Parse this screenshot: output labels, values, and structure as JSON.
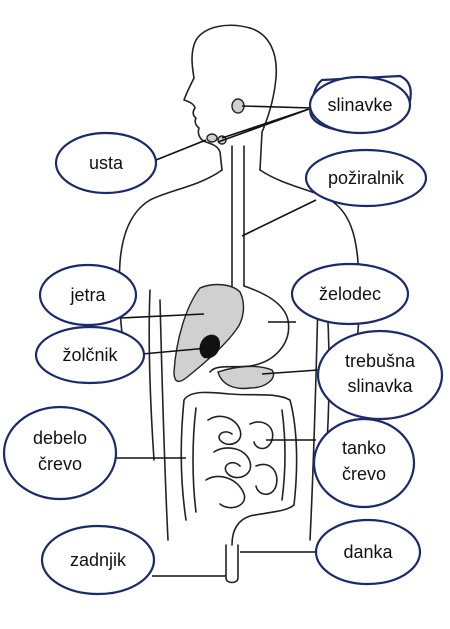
{
  "labels": {
    "slinavke": "slinavke",
    "usta": "usta",
    "poziralnik": "požiralnik",
    "jetra": "jetra",
    "zelodec": "želodec",
    "zolcnik": "žolčnik",
    "trebusna_line1": "trebušna",
    "trebusna_line2": "slinavka",
    "debelo_line1": "debelo",
    "debelo_line2": "črevo",
    "tanko_line1": "tanko",
    "tanko_line2": "črevo",
    "danka": "danka",
    "zadnjik": "zadnjik"
  },
  "colors": {
    "bubble_stroke": "#1c2a6b",
    "organ_fill": "#d0d0d0",
    "line": "#111111"
  }
}
